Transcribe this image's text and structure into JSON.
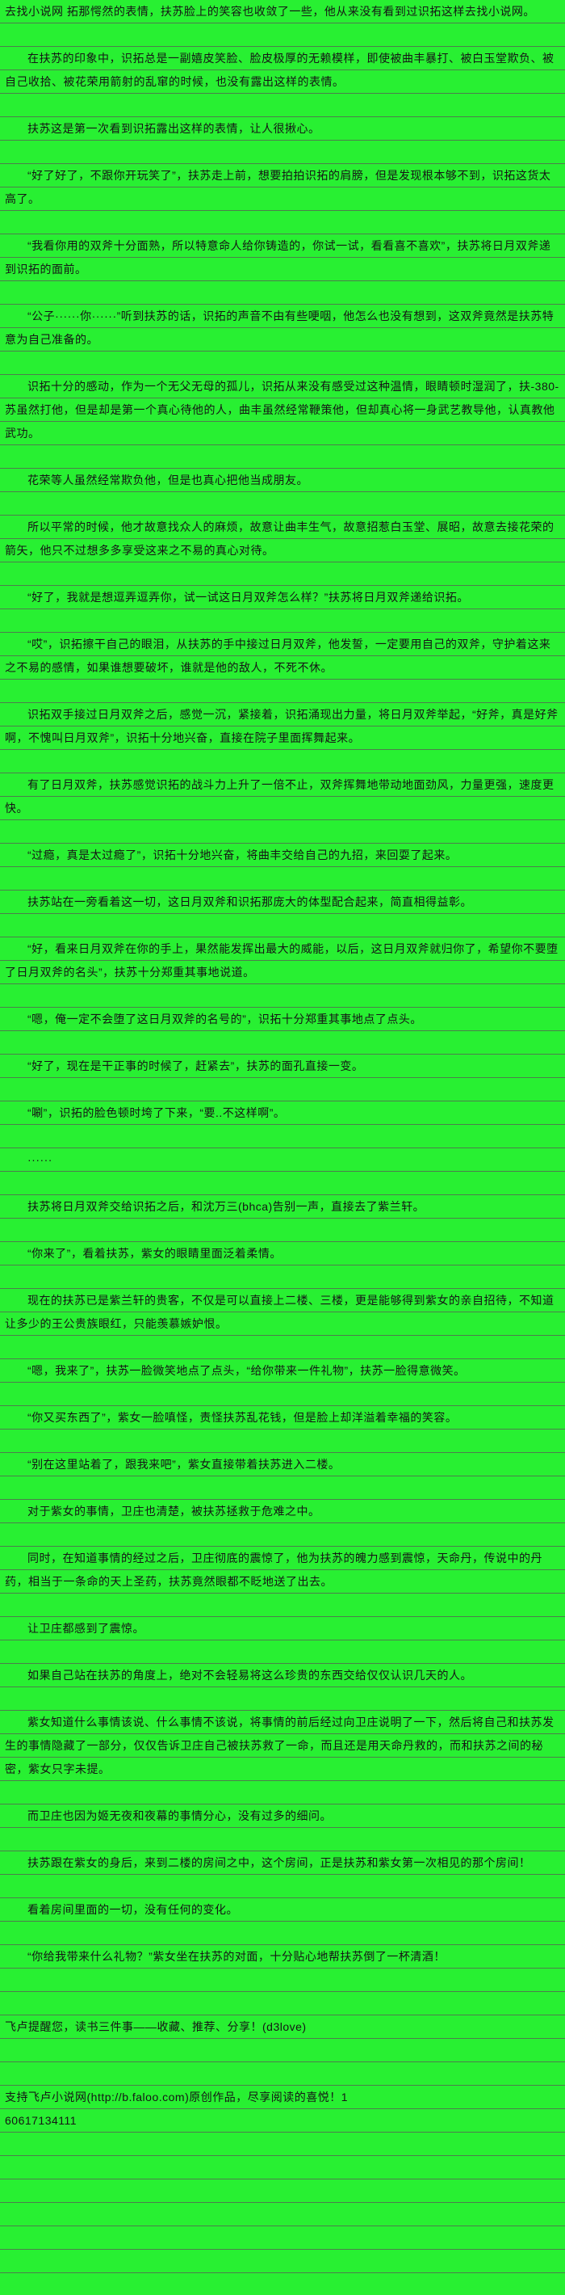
{
  "colors": {
    "background": "#28f032",
    "rule": "#4d7d4d",
    "text": "#151515"
  },
  "site": {
    "watermark": "去找小说网"
  },
  "top_line": "去找小说网 拓那愕然的表情，扶苏脸上的笑容也收敛了一些，他从来没有看到过识拓这样去找小说网。",
  "paragraphs": [
    "在扶苏的印象中，识拓总是一副嬉皮笑脸、脸皮极厚的无赖模样，即使被曲丰暴打、被白玉堂欺负、被自己收拾、被花荣用箭射的乱窜的时候，也没有露出这样的表情。",
    "扶苏这是第一次看到识拓露出这样的表情，让人很揪心。",
    "“好了好了，不跟你开玩笑了”，扶苏走上前，想要拍拍识拓的肩膀，但是发现根本够不到，识拓这货太高了。",
    "“我看你用的双斧十分面熟，所以特意命人给你铸造的，你试一试，看看喜不喜欢”，扶苏将日月双斧递到识拓的面前。",
    "“公子······你······”听到扶苏的话，识拓的声音不由有些哽咽，他怎么也没有想到，这双斧竟然是扶苏特意为自己准备的。",
    "识拓十分的感动，作为一个无父无母的孤儿，识拓从来没有感受过这种温情，眼睛顿时湿润了，扶-380-苏虽然打他，但是却是第一个真心待他的人，曲丰虽然经常鞭策他，但却真心将一身武艺教导他，认真教他武功。",
    "花荣等人虽然经常欺负他，但是也真心把他当成朋友。",
    "所以平常的时候，他才故意找众人的麻烦，故意让曲丰生气，故意招惹白玉堂、展昭，故意去接花荣的箭矢，他只不过想多多享受这来之不易的真心对待。",
    "“好了，我就是想逗弄逗弄你，试一试这日月双斧怎么样？”扶苏将日月双斧递给识拓。",
    "“哎”，识拓擦干自己的眼泪，从扶苏的手中接过日月双斧，他发誓，一定要用自己的双斧，守护着这来之不易的感情，如果谁想要破坏，谁就是他的敌人，不死不休。",
    "识拓双手接过日月双斧之后，感觉一沉，紧接着，识拓涌现出力量，将日月双斧举起，“好斧，真是好斧啊，不愧叫日月双斧”，识拓十分地兴奋，直接在院子里面挥舞起来。",
    "有了日月双斧，扶苏感觉识拓的战斗力上升了一倍不止，双斧挥舞地带动地面劲风，力量更强，速度更快。",
    "“过瘾，真是太过瘾了”，识拓十分地兴奋，将曲丰交给自己的九招，来回耍了起来。",
    "扶苏站在一旁看着这一切，这日月双斧和识拓那庞大的体型配合起来，简直相得益彰。",
    "“好，看来日月双斧在你的手上，果然能发挥出最大的威能，以后，这日月双斧就归你了，希望你不要堕了日月双斧的名头”，扶苏十分郑重其事地说道。",
    "“嗯，俺一定不会堕了这日月双斧的名号的”，识拓十分郑重其事地点了点头。",
    "“好了，现在是干正事的时候了，赶紧去”，扶苏的面孔直接一变。",
    "“唰”，识拓的脸色顿时垮了下来，“要..不这样啊”。",
    "······",
    "扶苏将日月双斧交给识拓之后，和沈万三(bhca)告别一声，直接去了紫兰轩。",
    "“你来了”，看着扶苏，紫女的眼睛里面泛着柔情。",
    "现在的扶苏已是紫兰轩的贵客，不仅是可以直接上二楼、三楼，更是能够得到紫女的亲自招待，不知道让多少的王公贵族眼红，只能羡慕嫉妒恨。",
    "“嗯，我来了”，扶苏一脸微笑地点了点头，“给你带来一件礼物”，扶苏一脸得意微笑。",
    "“你又买东西了”，紫女一脸嗔怪，责怪扶苏乱花钱，但是脸上却洋溢着幸福的笑容。",
    "“别在这里站着了，跟我来吧”，紫女直接带着扶苏进入二楼。",
    "对于紫女的事情，卫庄也清楚，被扶苏拯救于危难之中。",
    "同时，在知道事情的经过之后，卫庄彻底的震惊了，他为扶苏的魄力感到震惊，天命丹，传说中的丹药，相当于一条命的天上圣药，扶苏竟然眼都不眨地送了出去。",
    "让卫庄都感到了震惊。",
    "如果自己站在扶苏的角度上，绝对不会轻易将这么珍贵的东西交给仅仅认识几天的人。",
    "紫女知道什么事情该说、什么事情不该说，将事情的前后经过向卫庄说明了一下，然后将自己和扶苏发生的事情隐藏了一部分，仅仅告诉卫庄自己被扶苏救了一命，而且还是用天命丹救的，而和扶苏之间的秘密，紫女只字未提。",
    "而卫庄也因为姬无夜和夜幕的事情分心，没有过多的细问。",
    "扶苏跟在紫女的身后，来到二楼的房间之中，这个房间，正是扶苏和紫女第一次相见的那个房间！",
    "看着房间里面的一切，没有任何的变化。",
    "“你给我带来什么礼物？”紫女坐在扶苏的对面，十分贴心地帮扶苏倒了一杯清酒！"
  ],
  "footer": {
    "reminder": "飞卢提醒您，读书三件事——收藏、推荐、分享！(d3love)",
    "support_prefix": "支持飞卢小说网(",
    "link": "http://b.faloo.com",
    "support_suffix": ")原创作品，尽享阅读的喜悦！1",
    "code": "60617134111"
  }
}
